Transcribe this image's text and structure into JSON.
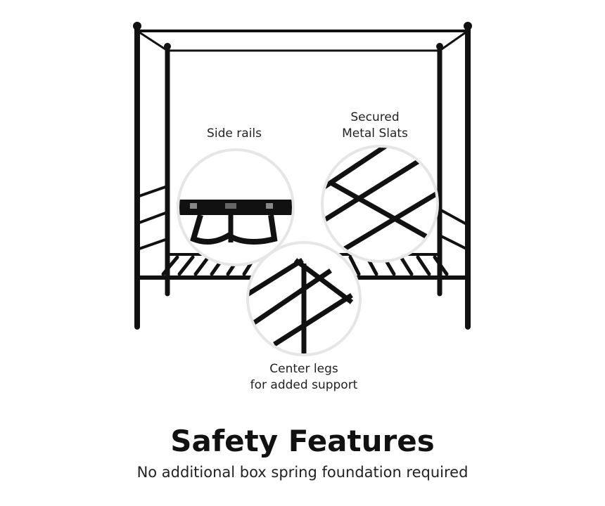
{
  "callouts": {
    "side_rails": "Side rails",
    "slats_line1": "Secured",
    "slats_line2": "Metal Slats",
    "legs_line1": "Center legs",
    "legs_line2": "for added support"
  },
  "heading": "Safety Features",
  "subheading": "No additional box spring foundation required",
  "colors": {
    "frame": "#111111",
    "background": "#ffffff",
    "circle_border": "#e6e6e6"
  }
}
